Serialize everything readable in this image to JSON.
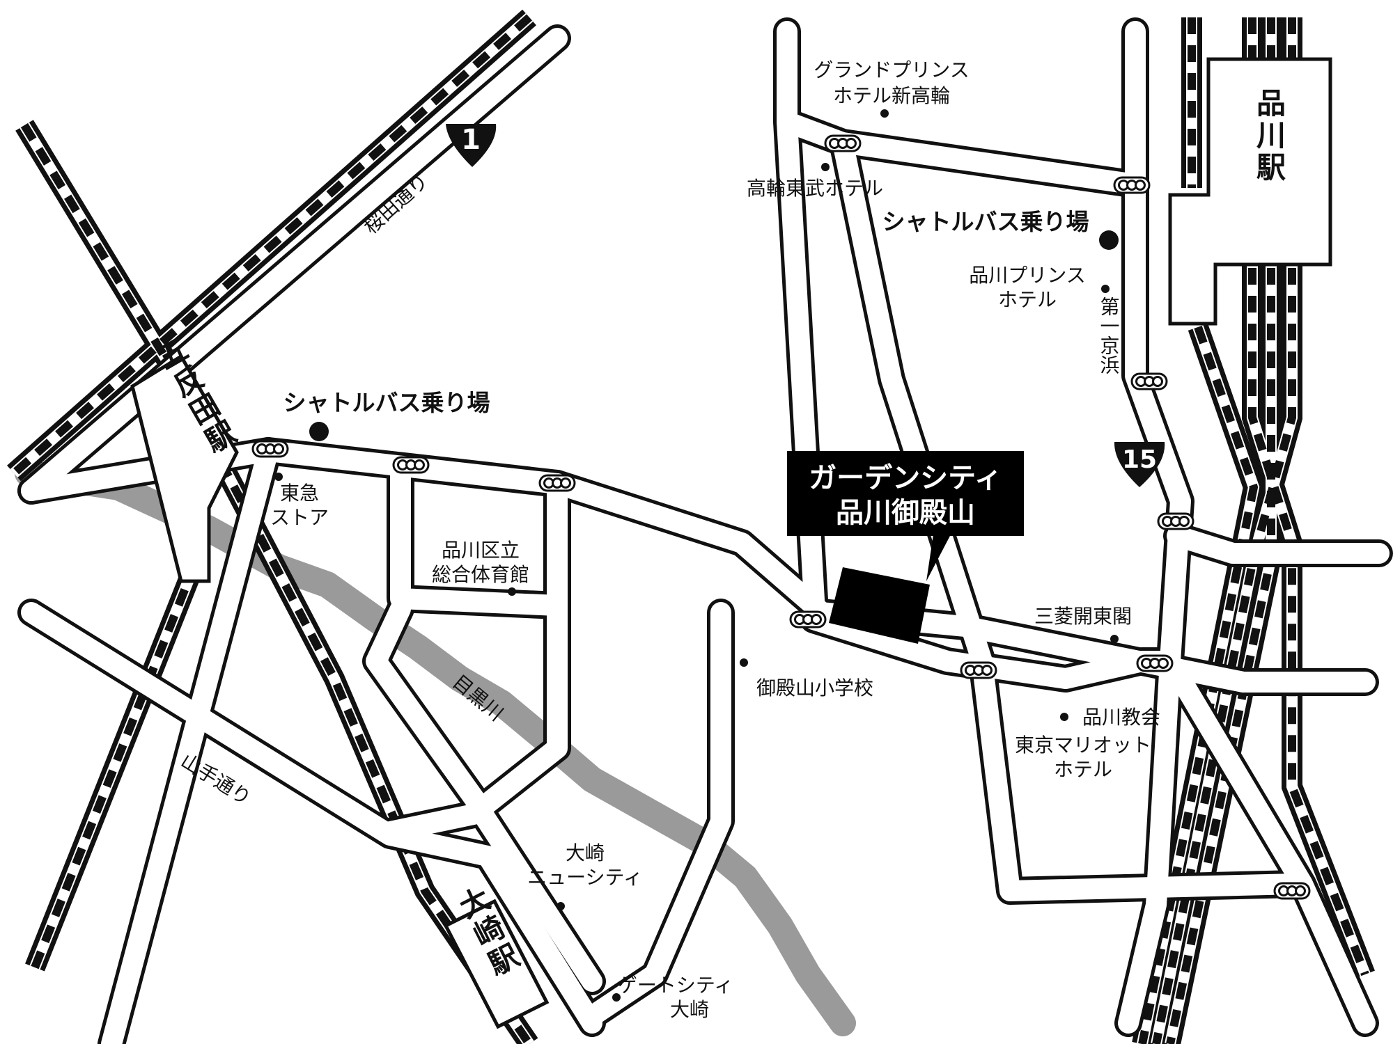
{
  "map": {
    "destination": {
      "line1": "ガーデンシティ",
      "line2": "品川御殿山"
    },
    "stations": {
      "gotanda": "五反田駅",
      "osaki": "大崎駅",
      "shinagawa": "品川駅"
    },
    "shuttle_stops": [
      "シャトルバス乗り場",
      "シャトルバス乗り場"
    ],
    "routes": {
      "sakurada_dori": "桜田通り",
      "yamate_dori": "山手通り",
      "daiichi_keihin": "第一京浜",
      "route_1": "1",
      "route_15": "15"
    },
    "river": "目黒川",
    "landmarks": {
      "grand_prince_1": "グランドプリンス",
      "grand_prince_2": "ホテル新高輪",
      "takanawa_tobu": "高輪東武ホテル",
      "prince_hotel_1": "品川プリンス",
      "prince_hotel_2": "ホテル",
      "tokyu_store_1": "東急",
      "tokyu_store_2": "ストア",
      "gym_1": "品川区立",
      "gym_2": "総合体育館",
      "mitsubishi": "三菱開東閣",
      "gotenyama_school": "御殿山小学校",
      "church": "品川教会",
      "marriott_1": "東京マリオット",
      "marriott_2": "ホテル",
      "osaki_nc_1": "大崎",
      "osaki_nc_2": "ニューシティ",
      "gate_city_1": "ゲートシティ",
      "gate_city_2": "大崎"
    },
    "colors": {
      "road_outline": "#111111",
      "road_fill": "#ffffff",
      "river": "#9a9a9a",
      "rail_dash": "#111111",
      "destination_box": "#000000",
      "destination_text": "#ffffff"
    }
  }
}
